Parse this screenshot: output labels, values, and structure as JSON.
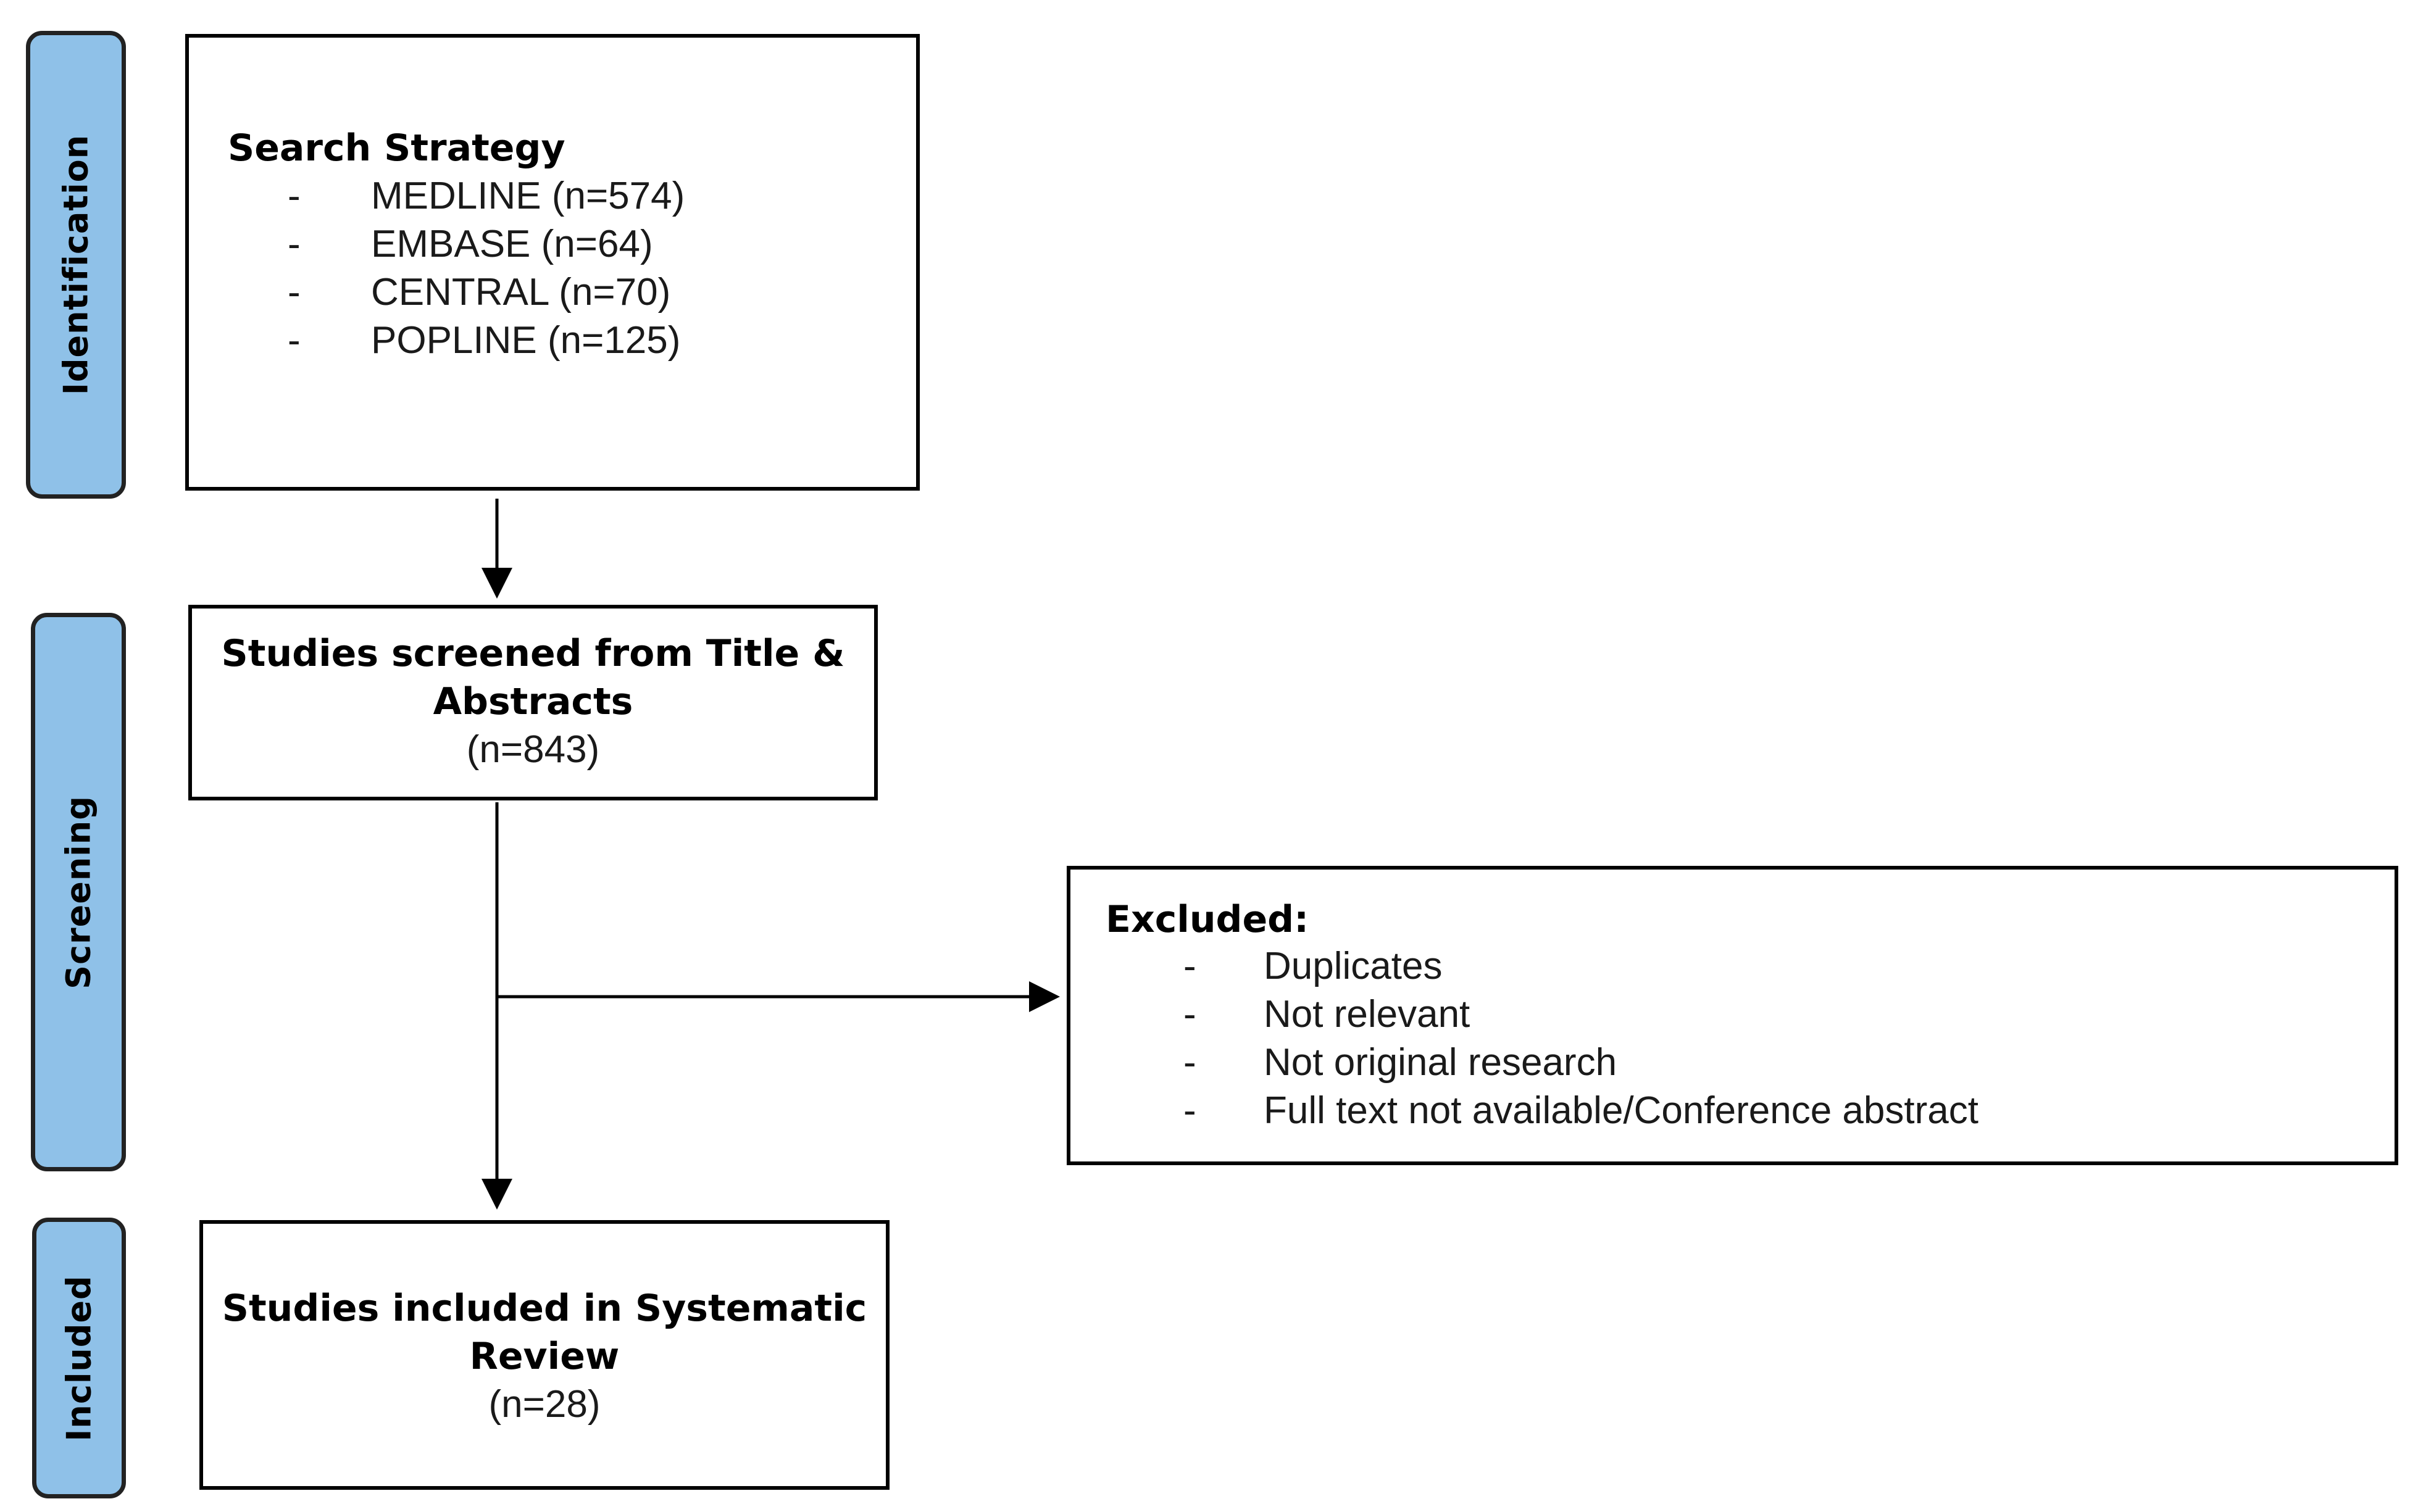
{
  "phases": {
    "identification": "Identification",
    "screening": "Screening",
    "included": "Included"
  },
  "search_strategy": {
    "title": "Search Strategy",
    "bullet": "-",
    "sources": [
      "MEDLINE (n=574)",
      "EMBASE (n=64)",
      "CENTRAL (n=70)",
      "POPLINE (n=125)"
    ]
  },
  "screened": {
    "title_line1": "Studies screened from Title &",
    "title_line2": "Abstracts",
    "count": "(n=843)"
  },
  "excluded": {
    "title": "Excluded:",
    "bullet": "-",
    "reasons": [
      "Duplicates",
      "Not relevant",
      "Not original research",
      "Full text not available/Conference abstract"
    ]
  },
  "included": {
    "title_line1": "Studies included in Systematic",
    "title_line2": "Review",
    "count": "(n=28)"
  },
  "colors": {
    "phase_fill": "#8fc1e8",
    "border": "#000000"
  }
}
